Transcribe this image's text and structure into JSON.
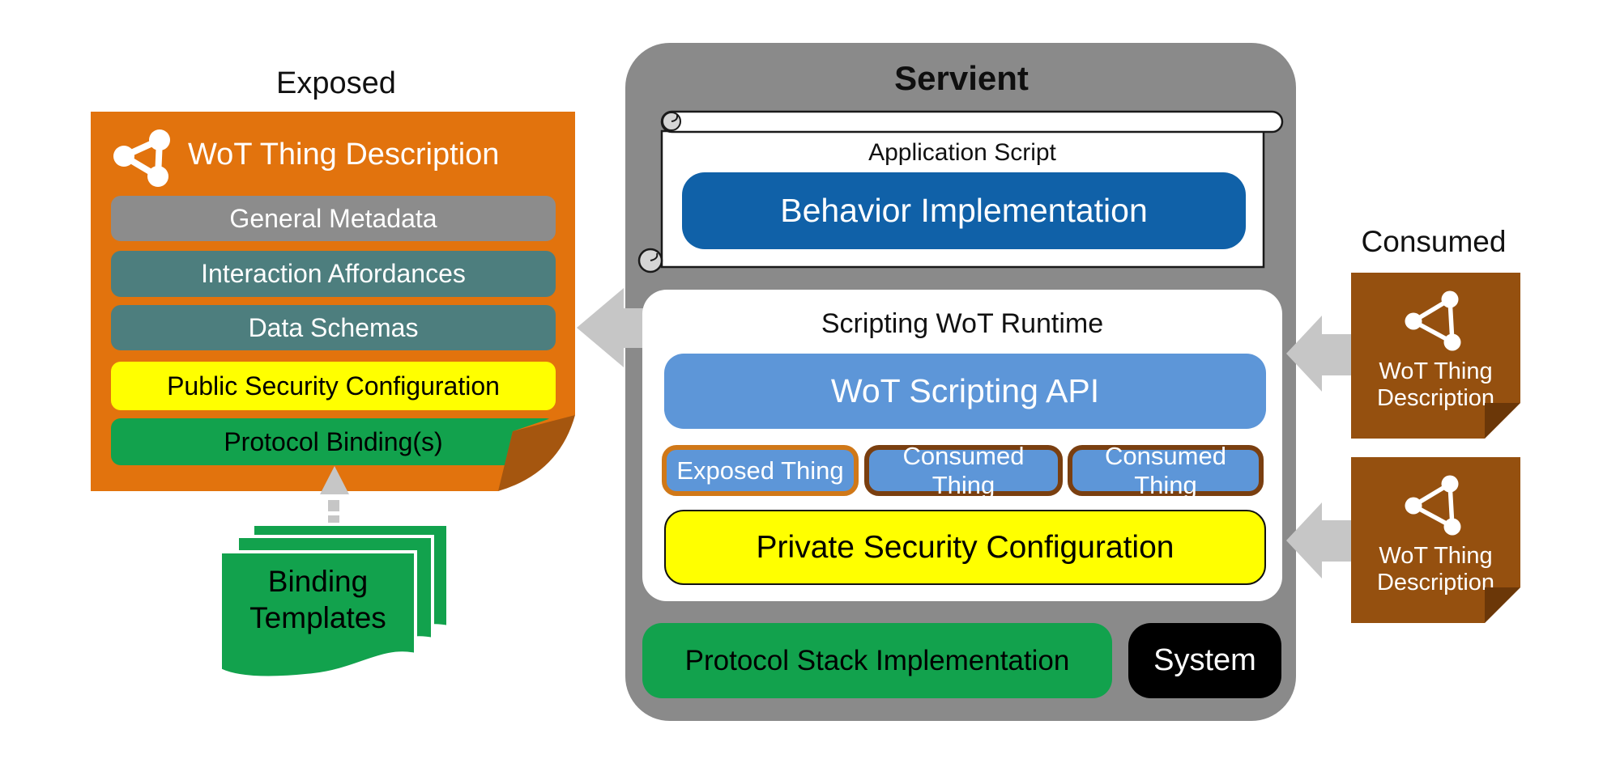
{
  "exposed": {
    "title": "Exposed",
    "thing_description": {
      "header_label": "WoT Thing Description",
      "header_icon": "wot-logo-icon",
      "bg_color": "#E2730D",
      "fold_color": "#A5560F",
      "rows": [
        {
          "label": "General Metadata",
          "bg": "#8C8C8C",
          "fg": "#FFFFFF"
        },
        {
          "label": "Interaction Affordances",
          "bg": "#4D7E7E",
          "fg": "#FFFFFF"
        },
        {
          "label": "Data Schemas",
          "bg": "#4D7E7E",
          "fg": "#FFFFFF"
        },
        {
          "label": "Public Security Configuration",
          "bg": "#FFFF00",
          "fg": "#000000"
        },
        {
          "label": "Protocol Binding(s)",
          "bg": "#12A24D",
          "fg": "#000000"
        }
      ]
    },
    "binding_templates": {
      "line1": "Binding",
      "line2": "Templates",
      "bg": "#12A24D"
    }
  },
  "servient": {
    "title": "Servient",
    "bg_color": "#8A8A8A",
    "application_script": {
      "title": "Application Script",
      "behavior_label": "Behavior Implementation",
      "behavior_bg": "#1061A8"
    },
    "runtime": {
      "title": "Scripting WoT Runtime",
      "api_label": "WoT Scripting API",
      "api_bg": "#5D96D8",
      "things": [
        {
          "label": "Exposed Thing",
          "border": "#D07818"
        },
        {
          "label": "Consumed Thing",
          "border": "#7A3F10"
        },
        {
          "label": "Consumed Thing",
          "border": "#7A3F10"
        }
      ],
      "private_security_label": "Private Security Configuration",
      "private_security_bg": "#FFFF00"
    },
    "protocol_stack_label": "Protocol Stack Implementation",
    "protocol_stack_bg": "#12A24D",
    "system_label": "System",
    "system_bg": "#000000"
  },
  "consumed": {
    "title": "Consumed",
    "note_bg": "#95500F",
    "note_fold_color": "#6B3708",
    "notes": [
      {
        "line1": "WoT Thing",
        "line2": "Description",
        "icon": "wot-logo-icon"
      },
      {
        "line1": "WoT Thing",
        "line2": "Description",
        "icon": "wot-logo-icon"
      }
    ]
  },
  "connectors": {
    "arrow_color": "#C6C6C6",
    "left_arrow": "runtime-to-exposed-td",
    "right_arrow_1": "consumed-td-to-runtime",
    "right_arrow_2": "consumed-td-to-private-security",
    "dashed_arrow": "binding-templates-to-exposed-td"
  }
}
